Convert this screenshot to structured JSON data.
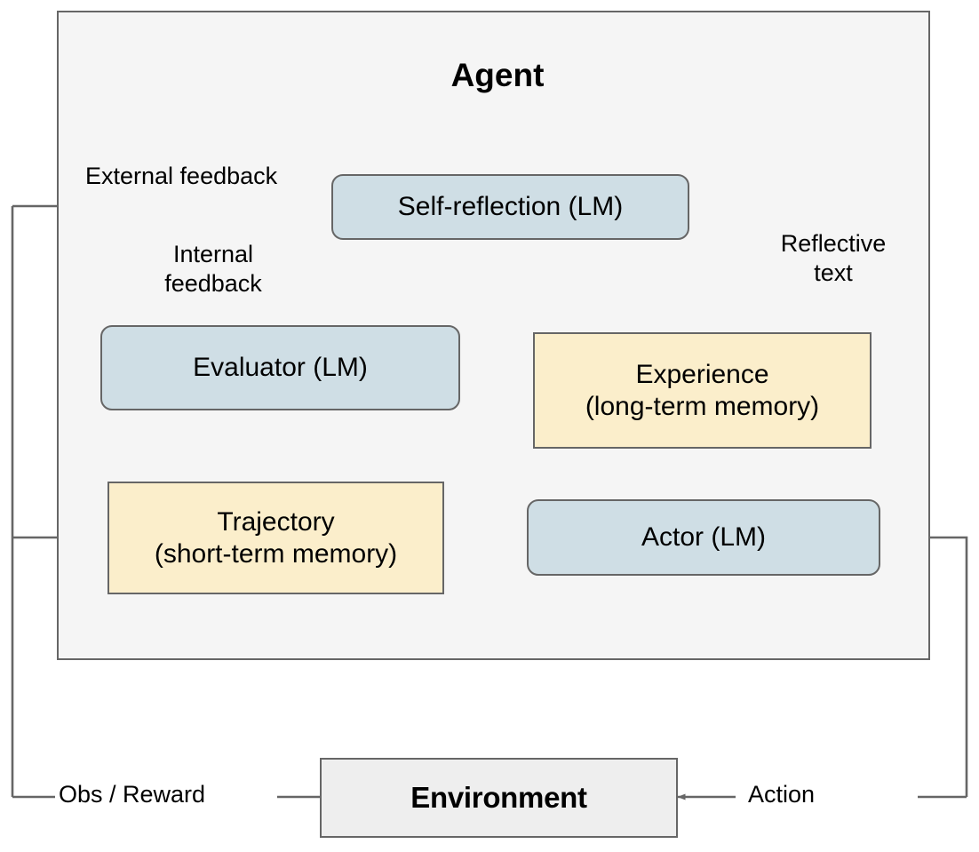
{
  "diagram": {
    "title": "Agent",
    "agent_frame_name": "Agent",
    "nodes": {
      "self_reflection": {
        "label": "Self-reflection (LM)",
        "kind": "lm",
        "fill": "#cfdee5",
        "stroke": "#666666"
      },
      "evaluator": {
        "label": "Evaluator (LM)",
        "kind": "lm",
        "fill": "#cfdee5",
        "stroke": "#666666"
      },
      "actor": {
        "label": "Actor (LM)",
        "kind": "lm",
        "fill": "#cfdee5",
        "stroke": "#666666"
      },
      "experience": {
        "line1": "Experience",
        "line2": "(long-term memory)",
        "kind": "memory",
        "fill": "#fbeecb",
        "stroke": "#666666"
      },
      "trajectory": {
        "line1": "Trajectory",
        "line2": "(short-term memory)",
        "kind": "memory",
        "fill": "#fbeecb",
        "stroke": "#666666"
      },
      "environment": {
        "label": "Environment",
        "kind": "environment",
        "fill": "#eeeeee",
        "stroke": "#666666"
      }
    },
    "edge_labels": {
      "external_feedback": "External feedback",
      "internal_feedback_line1": "Internal",
      "internal_feedback_line2": "feedback",
      "reflective_text_line1": "Reflective",
      "reflective_text_line2": "text",
      "obs_reward": "Obs / Reward",
      "action": "Action"
    },
    "colors": {
      "background": "#ffffff",
      "agent_panel": "#f5f5f5",
      "lm_fill": "#cfdee5",
      "memory_fill": "#fbeecb",
      "environment_fill": "#eeeeee",
      "border": "#666666",
      "edge": "#666666",
      "text": "#000000"
    }
  }
}
